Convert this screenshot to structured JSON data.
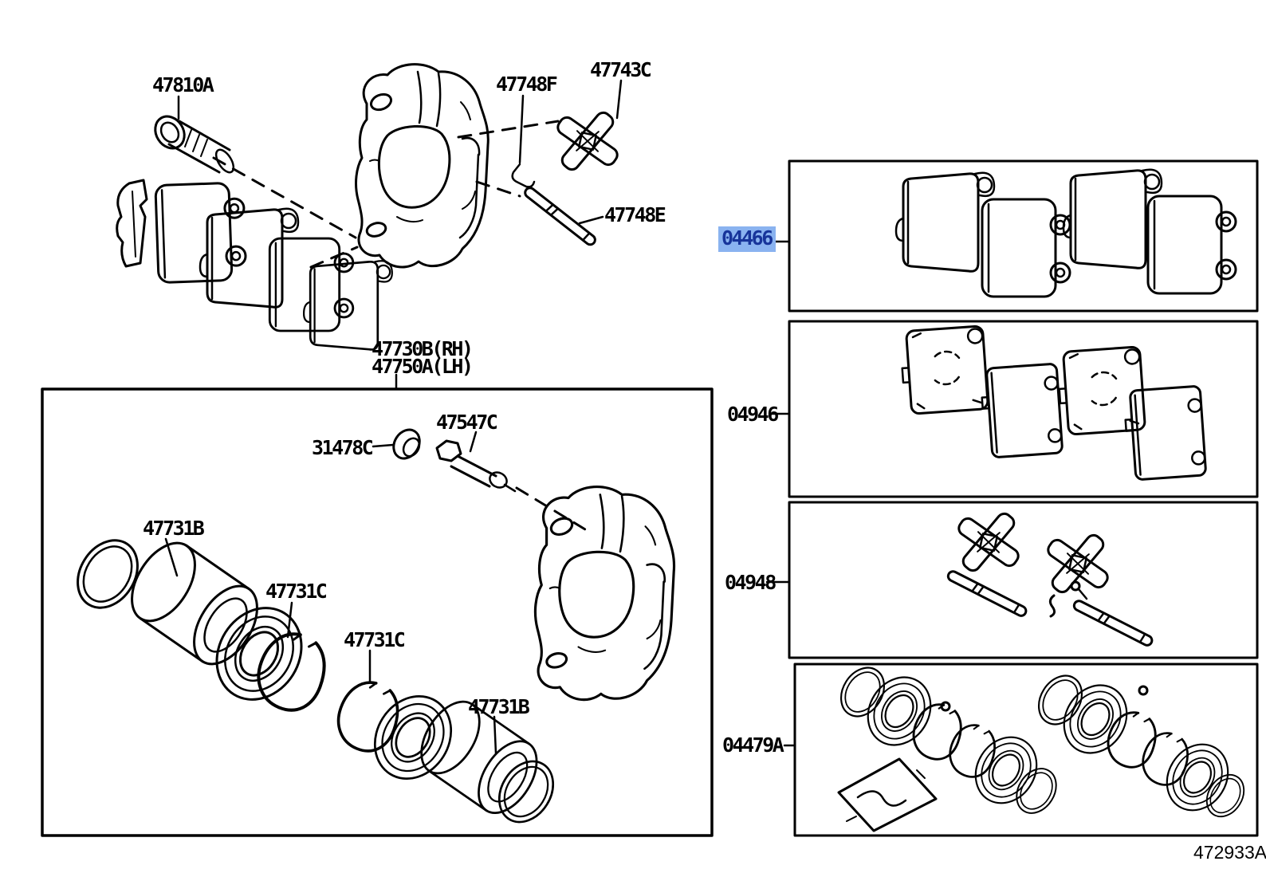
{
  "figure": {
    "code": "472933A"
  },
  "colors": {
    "background": "#ffffff",
    "line": "#000000",
    "highlight_bg": "#8ab3f0",
    "highlight_text": "#17349a"
  },
  "assembly_callouts": [
    {
      "part_no": "47810A"
    },
    {
      "part_no": "47748F"
    },
    {
      "part_no": "47743C"
    },
    {
      "part_no": "47748E"
    },
    {
      "part_no": "47730B(RH)"
    },
    {
      "part_no": "47750A(LH)"
    },
    {
      "part_no": "31478C"
    },
    {
      "part_no": "47547C"
    },
    {
      "part_no": "47731B"
    },
    {
      "part_no": "47731C"
    },
    {
      "part_no": "47731C"
    },
    {
      "part_no": "47731B"
    }
  ],
  "kit_panels": [
    {
      "part_no": "04466",
      "highlighted": true
    },
    {
      "part_no": "04946",
      "highlighted": false
    },
    {
      "part_no": "04948",
      "highlighted": false
    },
    {
      "part_no": "04479A",
      "highlighted": false
    }
  ]
}
